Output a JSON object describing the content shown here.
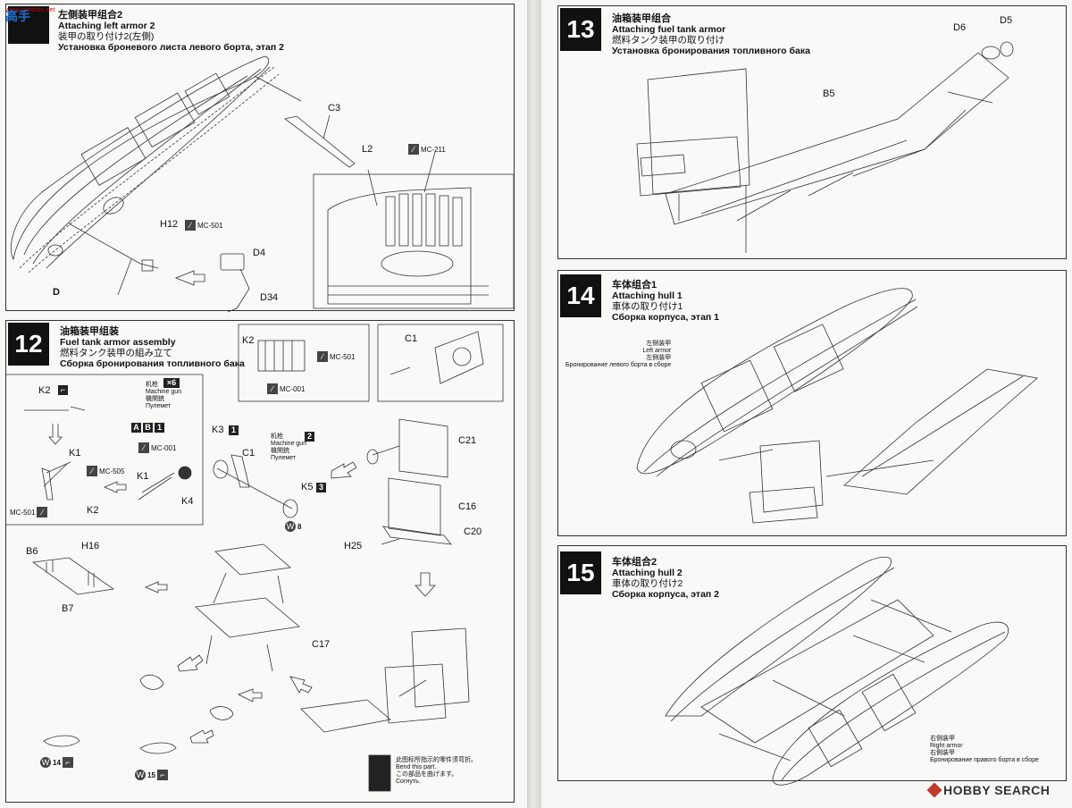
{
  "watermark_left": {
    "logo_text": "高手",
    "url": "www.gaoshou.net"
  },
  "step11": {
    "title_zh": "左侧装甲组合2",
    "title_en": "Attaching left armor 2",
    "title_ja": "装甲の取り付け2(左側)",
    "title_ru": "Установка броневого листа левого борта, этап 2",
    "labels": {
      "c3": "C3",
      "l2": "L2",
      "h12": "H12",
      "d": "D",
      "d4": "D4",
      "d34": "D34"
    },
    "paint": {
      "mc211": "MC-211",
      "mc501": "MC-501"
    }
  },
  "step12": {
    "number": "12",
    "title_zh": "油箱装甲组装",
    "title_en": "Fuel tank armor assembly",
    "title_ja": "燃料タンク装甲の組み立て",
    "title_ru": "Сборка бронирования топливного бака",
    "labels": {
      "k2a": "K2",
      "k1a": "K1",
      "k1b": "K1",
      "k2b": "K2",
      "k4": "K4",
      "k3": "K3",
      "c1a": "C1",
      "k5": "K5",
      "c21": "C21",
      "c16": "C16",
      "c20": "C20",
      "h25": "H25",
      "b6": "B6",
      "h16": "H16",
      "b7": "B7",
      "c17": "C17",
      "k2box": "K2",
      "c1box": "C1"
    },
    "mg": {
      "zh": "机枪",
      "en": "Machine gun",
      "ja": "機関銃",
      "ru": "Пулемет",
      "count": "×6"
    },
    "mg2": {
      "zh": "机枪",
      "en": "Machine gun",
      "ja": "機関銃",
      "ru": "Пулемет"
    },
    "badges": {
      "a": "A",
      "b": "B",
      "one": "1",
      "k3n": "1",
      "two": "2",
      "k5n": "3",
      "w8": "8",
      "w14": "14",
      "w15": "15"
    },
    "paint": {
      "mc001a": "MC-001",
      "mc505": "MC-505",
      "mc501a": "MC-501",
      "mc501b": "MC-501",
      "mc001b": "MC-001"
    },
    "bend": {
      "zh": "此图标所指示的零件须弯折。",
      "en": "Bend this part.",
      "ja": "この部品を曲げます。",
      "ru": "Согнуть."
    }
  },
  "step13": {
    "number": "13",
    "title_zh": "油箱装甲组合",
    "title_en": "Attaching fuel tank armor",
    "title_ja": "燃料タンク装甲の取り付け",
    "title_ru": "Установка бронирования топливного бака",
    "labels": {
      "d5": "D5",
      "d6": "D6",
      "b5": "B5"
    }
  },
  "step14": {
    "number": "14",
    "title_zh": "车体组合1",
    "title_en": "Attaching hull 1",
    "title_ja": "車体の取り付け1",
    "title_ru": "Сборка корпуса, этап 1",
    "callout": {
      "zh": "左侧装甲",
      "en": "Left armor",
      "ja": "左側装甲",
      "ru": "Бронирование левого борта в сборе"
    }
  },
  "step15": {
    "number": "15",
    "title_zh": "车体组合2",
    "title_en": "Attaching hull 2",
    "title_ja": "車体の取り付け2",
    "title_ru": "Сборка корпуса, этап 2",
    "callout": {
      "zh": "右侧装甲",
      "en": "Right armor",
      "ja": "右側装甲",
      "ru": "Бронирование правого борта в сборе"
    }
  },
  "footer": {
    "brand": "HOBBY SEARCH"
  }
}
